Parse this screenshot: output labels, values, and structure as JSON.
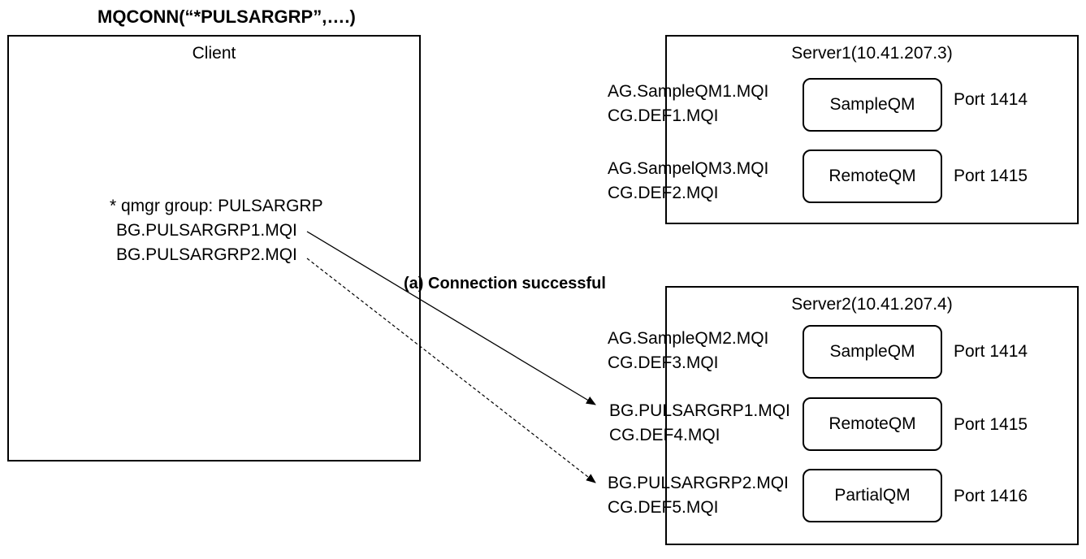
{
  "title": "MQCONN(“*PULSARGRP”,….)",
  "client": {
    "label": "Client",
    "ccdt_group": "* qmgr group: PULSARGRP",
    "channels": [
      "BG.PULSARGRP1.MQI",
      "BG.PULSARGRP2.MQI"
    ]
  },
  "annotation": "(a) Connection successful",
  "server1": {
    "label": "Server1(10.41.207.3)",
    "rows": [
      {
        "channel": "AG.SampleQM1.MQI",
        "channel2": "CG.DEF1.MQI",
        "qm": "SampleQM",
        "port": "Port 1414"
      },
      {
        "channel": "AG.SampelQM3.MQI",
        "channel2": "CG.DEF2.MQI",
        "qm": "RemoteQM",
        "port": "Port 1415"
      }
    ]
  },
  "server2": {
    "label": "Server2(10.41.207.4)",
    "rows": [
      {
        "channel": "AG.SampleQM2.MQI",
        "channel2": "CG.DEF3.MQI",
        "qm": "SampleQM",
        "port": "Port 1414"
      },
      {
        "channel": "BG.PULSARGRP1.MQI",
        "channel2": "CG.DEF4.MQI",
        "qm": "RemoteQM",
        "port": "Port 1415"
      },
      {
        "channel": "BG.PULSARGRP2.MQI",
        "channel2": "CG.DEF5.MQI",
        "qm": "PartialQM",
        "port": "Port 1416"
      }
    ]
  }
}
